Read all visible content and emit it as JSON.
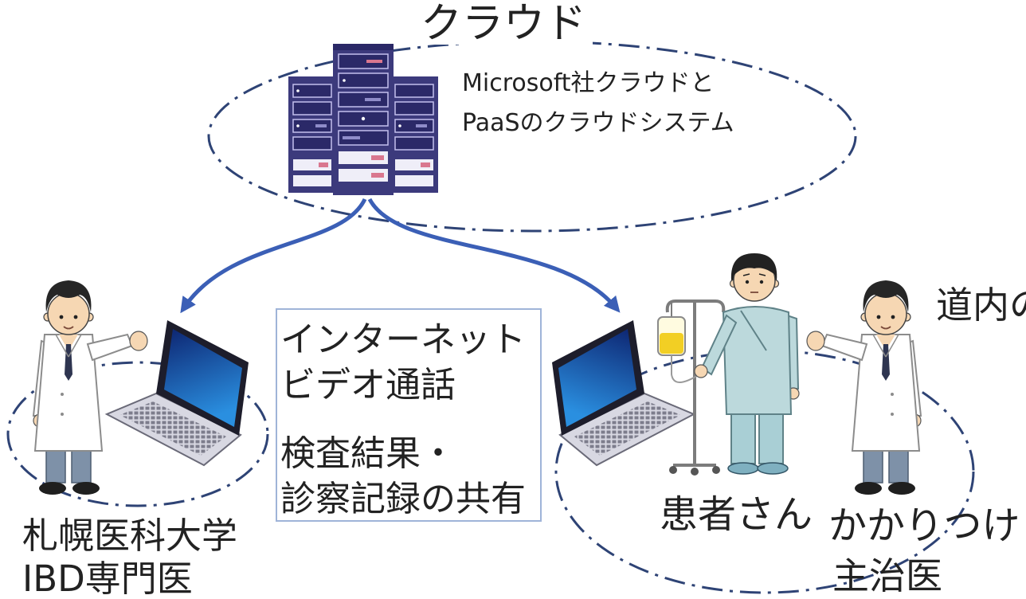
{
  "diagram": {
    "cloud": {
      "title": "クラウド",
      "description_lines": [
        "Microsoft社クラウドと",
        "PaaSのクラウドシステム"
      ]
    },
    "shared_box": {
      "lines": [
        "インターネット",
        "ビデオ通話",
        "検査結果・",
        "診察記録の共有"
      ]
    },
    "specialist": {
      "label_lines": [
        "札幌医科大学",
        "IBD専門医"
      ]
    },
    "local_site": {
      "region_label": "道内の",
      "patient_label": "患者さん",
      "doctor_label_lines": [
        "かかりつけ",
        "主治医"
      ]
    }
  },
  "icons": {
    "cloud_server": "server-rack-icon",
    "specialist_laptop": "laptop-icon",
    "local_laptop": "laptop-icon",
    "specialist_doctor": "doctor-icon",
    "local_doctor": "doctor-icon",
    "patient": "patient-with-iv-stand-icon"
  },
  "colors": {
    "connector_arrow": "#3b5fb6",
    "group_outline": "#2e4375",
    "server": "#3c3a7c",
    "box_border": "#9fb4d8",
    "text": "#222222"
  }
}
